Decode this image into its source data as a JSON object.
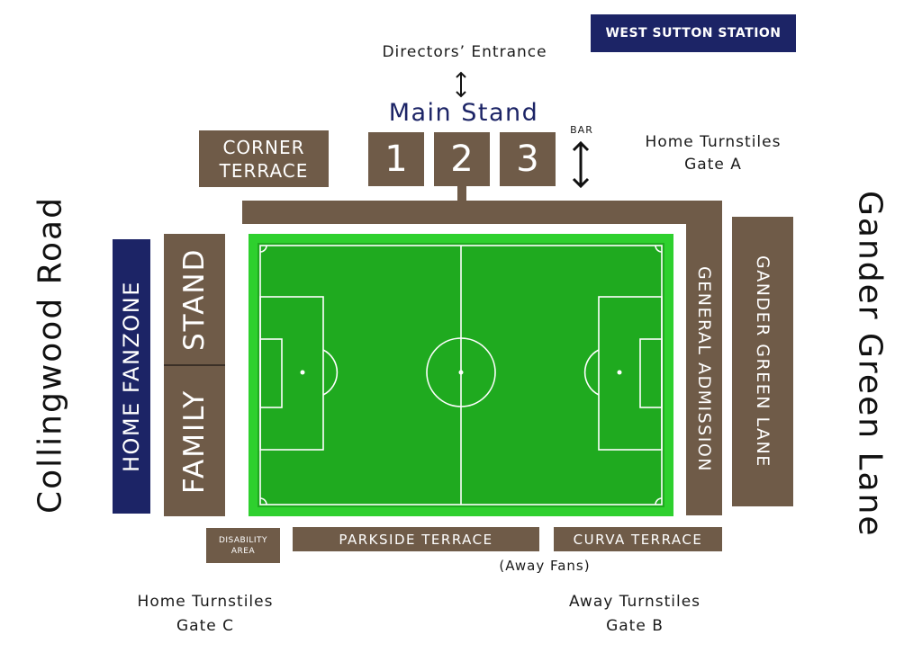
{
  "station": {
    "label": "WEST SUTTON STATION"
  },
  "directors_entrance": {
    "label": "Directors’ Entrance",
    "arrow": "up-down-arrow-icon"
  },
  "main_stand": {
    "label": "Main Stand",
    "sections": [
      "1",
      "2",
      "3"
    ]
  },
  "bar": {
    "label": "BAR",
    "arrow": "up-down-arrow-icon"
  },
  "corner_terrace": {
    "label": "CORNER TERRACE"
  },
  "home_turnstiles_a": {
    "line1": "Home Turnstiles",
    "line2": "Gate A"
  },
  "roads": {
    "left": "Collingwood Road",
    "right": "Gander Green Lane"
  },
  "home_fanzone": {
    "label": "HOME FANZONE"
  },
  "family_stand": {
    "label1": "FAMILY",
    "label2": "STAND"
  },
  "general_admission": {
    "label": "GENERAL ADMISSION"
  },
  "gander_green_lane_stand": {
    "label": "GANDER GREEN LANE"
  },
  "disability_area": {
    "line1": "DISABILITY",
    "line2": "AREA"
  },
  "parkside_terrace": {
    "label": "PARKSIDE TERRACE"
  },
  "curva_terrace": {
    "label": "CURVA TERRACE"
  },
  "away_fans": {
    "label": "(Away Fans)"
  },
  "home_turnstiles_c": {
    "line1": "Home Turnstiles",
    "line2": "Gate C"
  },
  "away_turnstiles_b": {
    "line1": "Away Turnstiles",
    "line2": "Gate B"
  },
  "colors": {
    "stand_brown": "#6f5b48",
    "navy": "#1c2466",
    "pitch_green": "#1faa1f",
    "pitch_border": "#2ed02e"
  }
}
